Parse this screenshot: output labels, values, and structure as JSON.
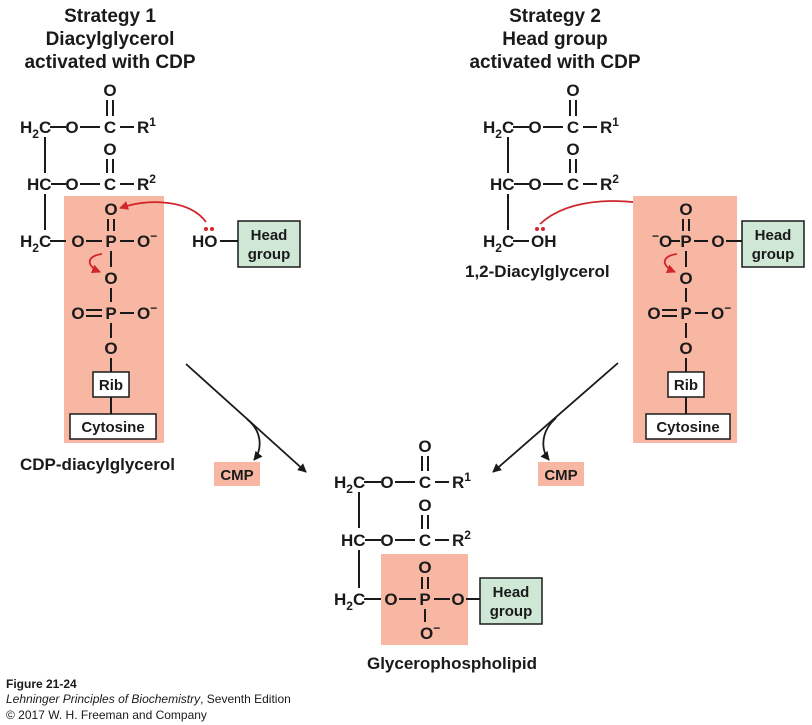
{
  "strategy1": {
    "title": "Strategy 1",
    "subtitle1": "Diacylglycerol",
    "subtitle2": "activated with CDP",
    "head_group_line1": "Head",
    "head_group_line2": "group",
    "rib": "Rib",
    "cytosine": "Cytosine",
    "name": "CDP-diacylglycerol"
  },
  "strategy2": {
    "title": "Strategy 2",
    "subtitle1": "Head group",
    "subtitle2": "activated with CDP",
    "head_group_line1": "Head",
    "head_group_line2": "group",
    "rib": "Rib",
    "cytosine": "Cytosine",
    "name": "1,2-Diacylglycerol"
  },
  "cmp_left": "CMP",
  "cmp_right": "CMP",
  "product": {
    "name": "Glycerophospholipid",
    "head_group_line1": "Head",
    "head_group_line2": "group"
  },
  "atoms": {
    "H": "H",
    "two": "2",
    "C": "C",
    "O": "O",
    "HC": "HC",
    "P": "P",
    "R": "R",
    "r1": "1",
    "r2": "2",
    "minus": "−",
    "HO": "HO",
    "OH": "OH"
  },
  "caption": {
    "figure": "Figure 21-24",
    "book": "Lehninger Principles of Biochemistry",
    "edition": ", Seventh Edition",
    "copyright": "© 2017 W. H. Freeman and Company"
  },
  "colors": {
    "pink": "#f7b7a3",
    "green": "#cfe8d6",
    "red_arrow": "#d0262b"
  }
}
